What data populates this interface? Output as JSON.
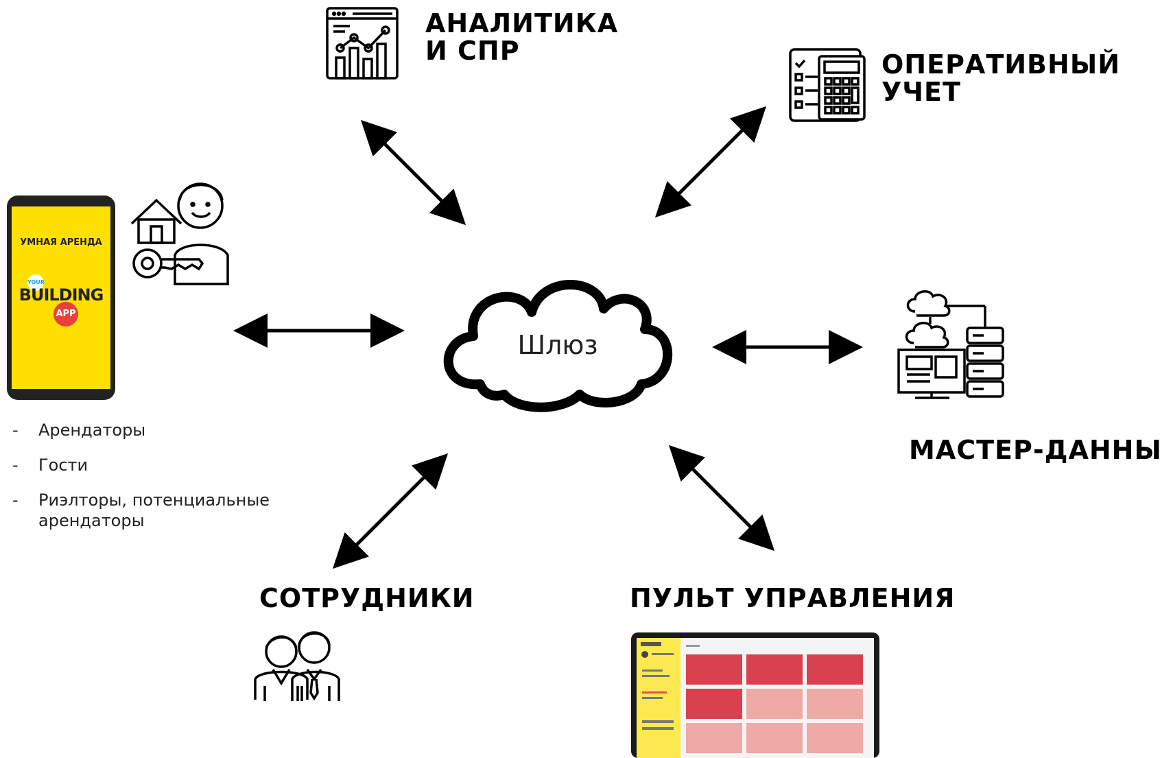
{
  "gateway": {
    "label": "Шлюз"
  },
  "nodes": {
    "analytics": {
      "lines": [
        "АНАЛИТИКА",
        "И СПР"
      ],
      "icon": "analytics-dashboard-icon"
    },
    "accounting": {
      "lines": [
        "ОПЕРАТИВНЫЙ",
        "УЧЕТ"
      ],
      "icon": "calculator-checklist-icon"
    },
    "master_data": {
      "lines": [
        "МАСТЕР-ДАННЫЕ"
      ],
      "icon": "cloud-server-icon"
    },
    "staff": {
      "lines": [
        "СОТРУДНИКИ"
      ],
      "icon": "employees-icon"
    },
    "control_panel": {
      "lines": [
        "ПУЛЬТ УПРАВЛЕНИЯ"
      ],
      "icon": "dashboard-tablet-icon"
    },
    "tenant_app": {
      "icon": "tenant-with-key-icon",
      "phone": {
        "title": "УМНАЯ АРЕНДА",
        "logo_small": "YOUR",
        "logo_main": "BUILDING",
        "logo_badge": "APP"
      }
    }
  },
  "tenant_audience": [
    "Арендаторы",
    "Гости",
    "Риэлторы, потенциальные арендаторы"
  ],
  "colors": {
    "phone_screen": "#FFE000",
    "logo_badge": "#E8413A",
    "panel_card_red": "#D9414F",
    "panel_card_pink": "#EEAAA6",
    "panel_sidebar": "#FCE94F"
  }
}
